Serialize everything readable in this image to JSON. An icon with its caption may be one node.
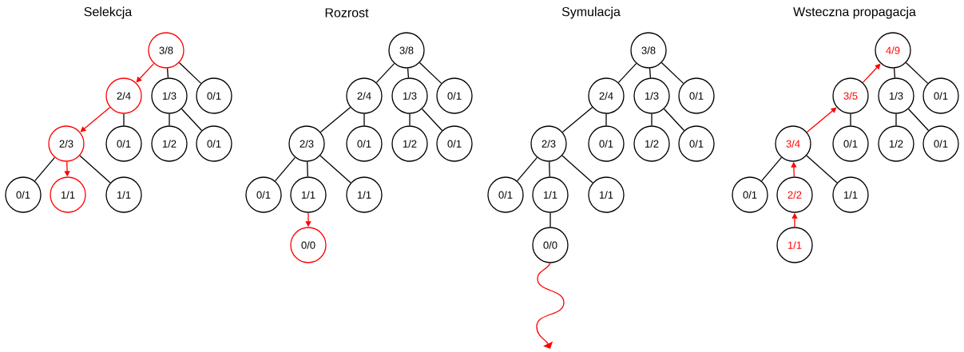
{
  "diagram": {
    "labels": [
      "Selekcja",
      "Rozrost",
      "Symulacja",
      "Wsteczna propagacja"
    ],
    "nodes": [
      {
        "text": [
          "3/8"
        ]
      },
      {
        "text": [
          "2/4"
        ]
      },
      {
        "text": [
          "1/3"
        ]
      },
      {
        "text": [
          "0/1"
        ]
      },
      {
        "text": [
          "2/3"
        ]
      },
      {
        "text": [
          "0/1"
        ]
      },
      {
        "text": [
          "1/2"
        ]
      },
      {
        "text": [
          "0/1"
        ]
      },
      {
        "text": [
          "0/1"
        ]
      },
      {
        "text": [
          "1/1"
        ]
      },
      {
        "text": [
          "1/1"
        ]
      },
      {
        "text": [
          "3/8"
        ]
      },
      {
        "text": [
          "2/4"
        ]
      },
      {
        "text": [
          "1/3"
        ]
      },
      {
        "text": [
          "0/1"
        ]
      },
      {
        "text": [
          "2/3"
        ]
      },
      {
        "text": [
          "0/1"
        ]
      },
      {
        "text": [
          "1/2"
        ]
      },
      {
        "text": [
          "0/1"
        ]
      },
      {
        "text": [
          "0/1"
        ]
      },
      {
        "text": [
          "1/1"
        ]
      },
      {
        "text": [
          "1/1"
        ]
      },
      {
        "text": [
          "0/0"
        ]
      },
      {
        "text": [
          "3/8"
        ]
      },
      {
        "text": [
          "2/4"
        ]
      },
      {
        "text": [
          "1/3"
        ]
      },
      {
        "text": [
          "0/1"
        ]
      },
      {
        "text": [
          "2/3"
        ]
      },
      {
        "text": [
          "0/1"
        ]
      },
      {
        "text": [
          "1/2"
        ]
      },
      {
        "text": [
          "0/1"
        ]
      },
      {
        "text": [
          "0/1"
        ]
      },
      {
        "text": [
          "1/1"
        ]
      },
      {
        "text": [
          "1/1"
        ]
      },
      {
        "text": [
          "0/0"
        ]
      },
      {
        "text": [
          "4/9"
        ]
      },
      {
        "text": [
          "3/5"
        ]
      },
      {
        "text": [
          "1/3"
        ]
      },
      {
        "text": [
          "0/1"
        ]
      },
      {
        "text": [
          "3/4"
        ]
      },
      {
        "text": [
          "0/1"
        ]
      },
      {
        "text": [
          "1/2"
        ]
      },
      {
        "text": [
          "0/1"
        ]
      },
      {
        "text": [
          "0/1"
        ]
      },
      {
        "text": [
          "2/2"
        ]
      },
      {
        "text": [
          "1/1"
        ]
      },
      {
        "text": [
          "1/1"
        ]
      }
    ],
    "edges": [
      {
        "from": 0,
        "to": 1,
        "arrow": "to",
        "color": "#ff0000"
      },
      {
        "from": 0,
        "to": 2,
        "arrow": "none"
      },
      {
        "from": 0,
        "to": 3,
        "arrow": "none"
      },
      {
        "from": 1,
        "to": 4,
        "arrow": "to",
        "color": "#ff0000"
      },
      {
        "from": 1,
        "to": 5,
        "arrow": "none"
      },
      {
        "from": 2,
        "to": 6,
        "arrow": "none"
      },
      {
        "from": 2,
        "to": 7,
        "arrow": "none"
      },
      {
        "from": 4,
        "to": 8,
        "arrow": "none"
      },
      {
        "from": 4,
        "to": 9,
        "arrow": "to",
        "color": "#ff0000"
      },
      {
        "from": 4,
        "to": 10,
        "arrow": "none"
      },
      {
        "from": 11,
        "to": 12,
        "arrow": "none"
      },
      {
        "from": 11,
        "to": 13,
        "arrow": "none"
      },
      {
        "from": 11,
        "to": 14,
        "arrow": "none"
      },
      {
        "from": 12,
        "to": 15,
        "arrow": "none"
      },
      {
        "from": 12,
        "to": 16,
        "arrow": "none"
      },
      {
        "from": 13,
        "to": 17,
        "arrow": "none"
      },
      {
        "from": 13,
        "to": 18,
        "arrow": "none"
      },
      {
        "from": 15,
        "to": 19,
        "arrow": "none"
      },
      {
        "from": 15,
        "to": 20,
        "arrow": "none"
      },
      {
        "from": 15,
        "to": 21,
        "arrow": "none"
      },
      {
        "from": 20,
        "to": 22,
        "arrow": "to",
        "color": "#ff0000"
      },
      {
        "from": 23,
        "to": 24,
        "arrow": "none"
      },
      {
        "from": 23,
        "to": 25,
        "arrow": "none"
      },
      {
        "from": 23,
        "to": 26,
        "arrow": "none"
      },
      {
        "from": 24,
        "to": 27,
        "arrow": "none"
      },
      {
        "from": 24,
        "to": 28,
        "arrow": "none"
      },
      {
        "from": 25,
        "to": 29,
        "arrow": "none"
      },
      {
        "from": 25,
        "to": 30,
        "arrow": "none"
      },
      {
        "from": 27,
        "to": 31,
        "arrow": "none"
      },
      {
        "from": 27,
        "to": 32,
        "arrow": "none"
      },
      {
        "from": 27,
        "to": 33,
        "arrow": "none"
      },
      {
        "from": 32,
        "to": 34,
        "arrow": "none"
      },
      {
        "from": 34,
        "to": null,
        "arrow": "to",
        "color": "#ff0000"
      },
      {
        "from": 36,
        "to": 35,
        "arrow": "to",
        "color": "#ff0000"
      },
      {
        "from": 35,
        "to": 37,
        "arrow": "none"
      },
      {
        "from": 35,
        "to": 38,
        "arrow": "none"
      },
      {
        "from": 39,
        "to": 36,
        "arrow": "to",
        "color": "#ff0000"
      },
      {
        "from": 36,
        "to": 40,
        "arrow": "none"
      },
      {
        "from": 37,
        "to": 41,
        "arrow": "none"
      },
      {
        "from": 37,
        "to": 42,
        "arrow": "none"
      },
      {
        "from": 39,
        "to": 43,
        "arrow": "none"
      },
      {
        "from": 44,
        "to": 39,
        "arrow": "to",
        "color": "#ff0000"
      },
      {
        "from": 39,
        "to": 45,
        "arrow": "none"
      },
      {
        "from": 46,
        "to": 44,
        "arrow": "to",
        "color": "#ff0000"
      }
    ]
  }
}
